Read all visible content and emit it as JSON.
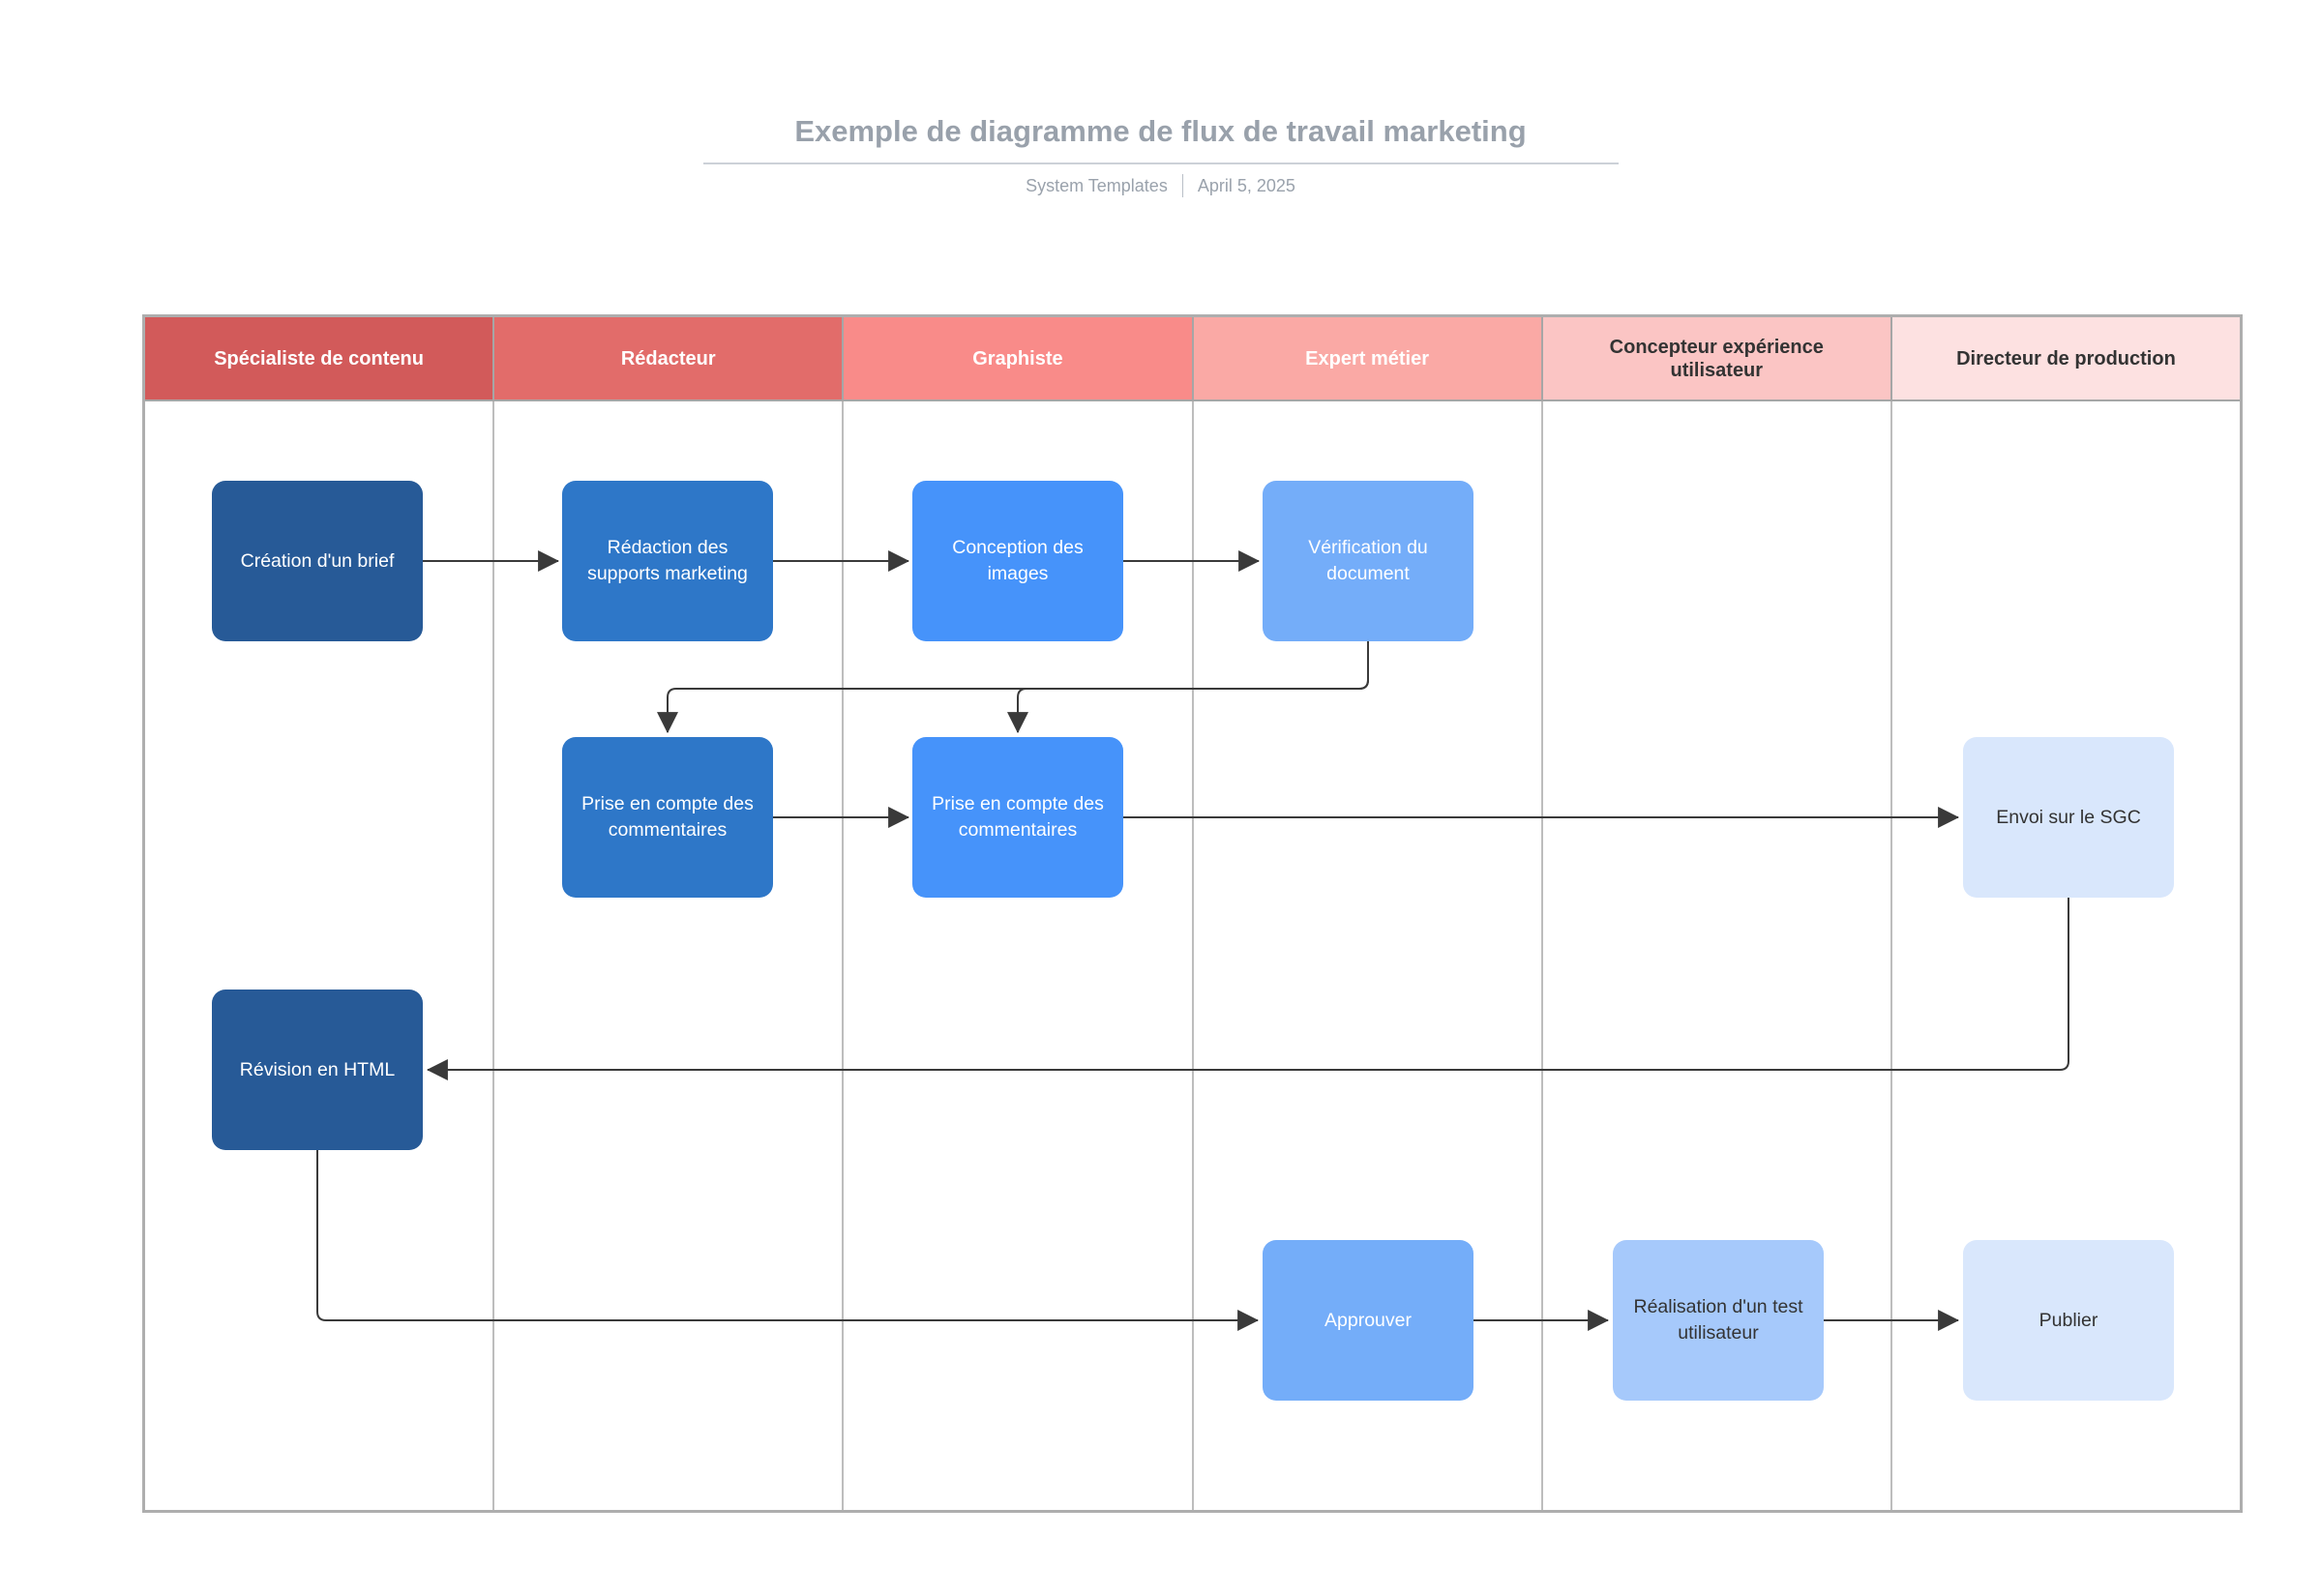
{
  "header": {
    "title": "Exemple de diagramme de flux de travail marketing",
    "author": "System Templates",
    "date": "April 5, 2025"
  },
  "colors": {
    "title_text": "#99a1ab",
    "connector": "#3a3a3a",
    "grid_border": "#aeaeae"
  },
  "lanes": [
    {
      "label": "Spécialiste de contenu",
      "bg": "#d25a5a",
      "text": "#ffffff"
    },
    {
      "label": "Rédacteur",
      "bg": "#e26c6a",
      "text": "#ffffff"
    },
    {
      "label": "Graphiste",
      "bg": "#f98b89",
      "text": "#ffffff"
    },
    {
      "label": "Expert métier",
      "bg": "#faa9a5",
      "text": "#ffffff"
    },
    {
      "label": "Concepteur expérience utilisateur",
      "bg": "#fbc5c4",
      "text": "#333333"
    },
    {
      "label": "Directeur de production",
      "bg": "#fde1e1",
      "text": "#333333"
    }
  ],
  "nodes": [
    {
      "id": "creation-brief",
      "label": "Création d'un brief",
      "lane": "Spécialiste de contenu",
      "bg": "#275a97",
      "text": "#ffffff"
    },
    {
      "id": "redaction-supports",
      "label": "Rédaction des supports marketing",
      "lane": "Rédacteur",
      "bg": "#2e77c8",
      "text": "#ffffff"
    },
    {
      "id": "conception-images",
      "label": "Conception des images",
      "lane": "Graphiste",
      "bg": "#4693fa",
      "text": "#ffffff"
    },
    {
      "id": "verification-document",
      "label": "Vérification du document",
      "lane": "Expert métier",
      "bg": "#74adf9",
      "text": "#ffffff"
    },
    {
      "id": "prise-commentaires-redacteur",
      "label": "Prise en compte des commentaires",
      "lane": "Rédacteur",
      "bg": "#2e77c8",
      "text": "#ffffff"
    },
    {
      "id": "prise-commentaires-graphiste",
      "label": "Prise en compte des commentaires",
      "lane": "Graphiste",
      "bg": "#4693fa",
      "text": "#ffffff"
    },
    {
      "id": "envoi-sgc",
      "label": "Envoi sur le SGC",
      "lane": "Directeur de production",
      "bg": "#d9e7fc",
      "text": "#333333"
    },
    {
      "id": "revision-html",
      "label": "Révision en HTML",
      "lane": "Spécialiste de contenu",
      "bg": "#275a97",
      "text": "#ffffff"
    },
    {
      "id": "approuver",
      "label": "Approuver",
      "lane": "Expert métier",
      "bg": "#74adf9",
      "text": "#ffffff"
    },
    {
      "id": "realisation-test",
      "label": "Réalisation d'un test utilisateur",
      "lane": "Concepteur expérience utilisateur",
      "bg": "#a6c9fb",
      "text": "#333333"
    },
    {
      "id": "publier",
      "label": "Publier",
      "lane": "Directeur de production",
      "bg": "#d9e7fc",
      "text": "#333333"
    }
  ],
  "edges": [
    {
      "from": "creation-brief",
      "to": "redaction-supports"
    },
    {
      "from": "redaction-supports",
      "to": "conception-images"
    },
    {
      "from": "conception-images",
      "to": "verification-document"
    },
    {
      "from": "verification-document",
      "to": "prise-commentaires-redacteur"
    },
    {
      "from": "verification-document",
      "to": "prise-commentaires-graphiste"
    },
    {
      "from": "prise-commentaires-redacteur",
      "to": "prise-commentaires-graphiste"
    },
    {
      "from": "prise-commentaires-graphiste",
      "to": "envoi-sgc"
    },
    {
      "from": "envoi-sgc",
      "to": "revision-html"
    },
    {
      "from": "revision-html",
      "to": "approuver"
    },
    {
      "from": "approuver",
      "to": "realisation-test"
    },
    {
      "from": "realisation-test",
      "to": "publier"
    }
  ]
}
